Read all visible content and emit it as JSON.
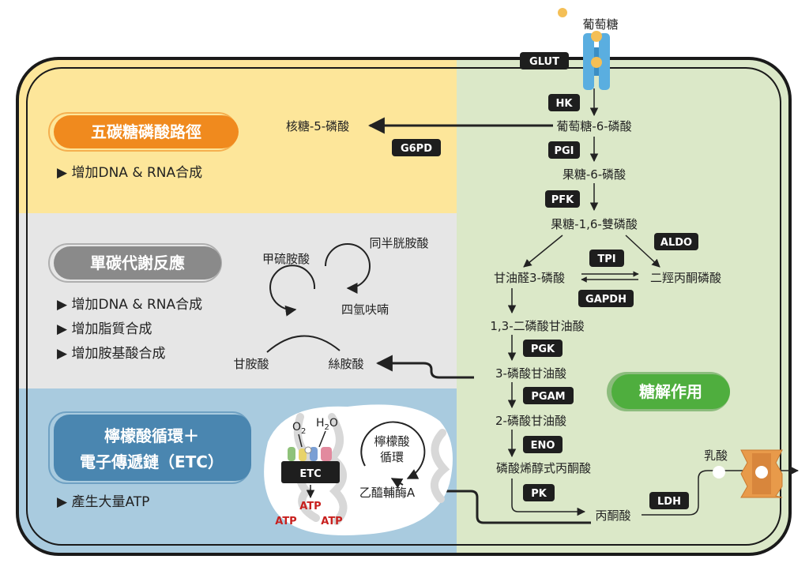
{
  "glucose_in": "葡萄糖",
  "transporter_in": "GLUT",
  "glycolysis": {
    "title": "糖解作用",
    "metabolites": {
      "g6p": "葡萄糖-6-磷酸",
      "f6p": "果糖-6-磷酸",
      "f16bp": "果糖-1,6-雙磷酸",
      "g3p": "甘油醛3-磷酸",
      "dhap": "二羥丙酮磷酸",
      "bpg13": "1,3-二磷酸甘油酸",
      "pg3": "3-磷酸甘油酸",
      "pg2": "2-磷酸甘油酸",
      "pep": "磷酸烯醇式丙酮酸",
      "pyruvate": "丙酮酸",
      "lactate": "乳酸"
    },
    "enzymes": {
      "hk": "HK",
      "pgi": "PGI",
      "pfk": "PFK",
      "aldo": "ALDO",
      "tpi": "TPI",
      "gapdh": "GAPDH",
      "pgk": "PGK",
      "pgam": "PGAM",
      "eno": "ENO",
      "pk": "PK",
      "ldh": "LDH"
    }
  },
  "ppp": {
    "title": "五碳糖磷酸路徑",
    "product": "核糖-5-磷酸",
    "enzyme": "G6PD",
    "bullets": [
      "增加DNA & RNA合成"
    ]
  },
  "one_carbon": {
    "title": "單碳代謝反應",
    "bullets": [
      "增加DNA & RNA合成",
      "增加脂質合成",
      "增加胺基酸合成"
    ],
    "metabolites": {
      "methionine": "甲硫胺酸",
      "homocysteine": "同半胱胺酸",
      "thf": "四氫呋喃",
      "glycine": "甘胺酸",
      "serine": "絲胺酸"
    }
  },
  "tca": {
    "title_line1": "檸檬酸循環＋",
    "title_line2": "電子傳遞鏈（ETC）",
    "bullets": [
      "產生大量ATP"
    ],
    "etc": "ETC",
    "o2": "O",
    "o2_sub": "2",
    "h2o_h": "H",
    "h2o_sub": "2",
    "h2o_o": "O",
    "atp": "ATP",
    "cycle_line1": "檸檬酸",
    "cycle_line2": "循環",
    "acetyl_coa": "乙醯輔酶A"
  },
  "colors": {
    "ppp_bg": "#fde69a",
    "one_carbon_bg": "#e6e6e6",
    "tca_bg": "#a9cbdf",
    "glycolysis_bg": "#dbe8c8",
    "ppp_badge": "#f08a1e",
    "one_carbon_badge": "#8a8a8a",
    "tca_badge": "#4a86b0",
    "glycolysis_badge": "#4fae3e",
    "atp_red": "#c8201e"
  }
}
